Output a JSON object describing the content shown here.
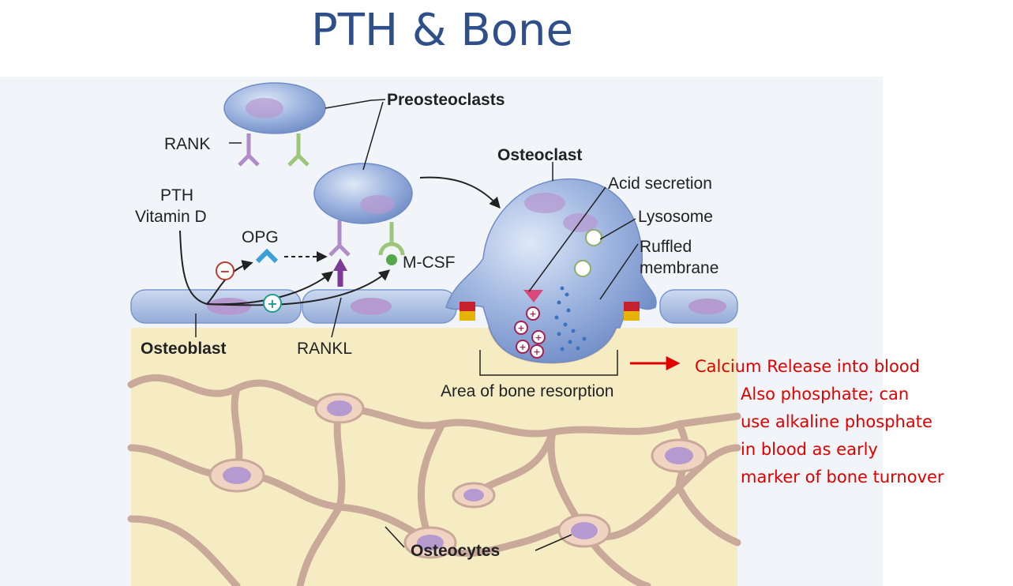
{
  "slide": {
    "title": "PTH & Bone"
  },
  "diagram": {
    "labels": {
      "preosteoclasts": "Preosteoclasts",
      "rank": "RANK",
      "pth": "PTH",
      "vitamin_d": "Vitamin D",
      "opg": "OPG",
      "mcsf": "M-CSF",
      "osteoblast": "Osteoblast",
      "rankl": "RANKL",
      "osteoclast": "Osteoclast",
      "acid_secretion": "Acid secretion",
      "lysosome": "Lysosome",
      "ruffled": "Ruffled",
      "membrane": "membrane",
      "area_bone_resorption": "Area of bone resorption",
      "osteocytes": "Osteocytes"
    },
    "symbols": {
      "minus": "−",
      "plus": "+"
    }
  },
  "annotation": {
    "lines": [
      "Calcium Release into blood",
      "Also phosphate; can",
      "use alkaline phosphate",
      "in blood as early",
      "marker of bone turnover"
    ]
  },
  "colors": {
    "title": "#2f4f8a",
    "annotation": "#e00000",
    "cell_blue": "#8fa8d6",
    "nucleus": "#b59ad0",
    "bone": "#f6ecc4",
    "osteocyte": "#f0d3c0",
    "rank_receptor": "#b08cc8",
    "csf_receptor": "#9cc77a"
  }
}
